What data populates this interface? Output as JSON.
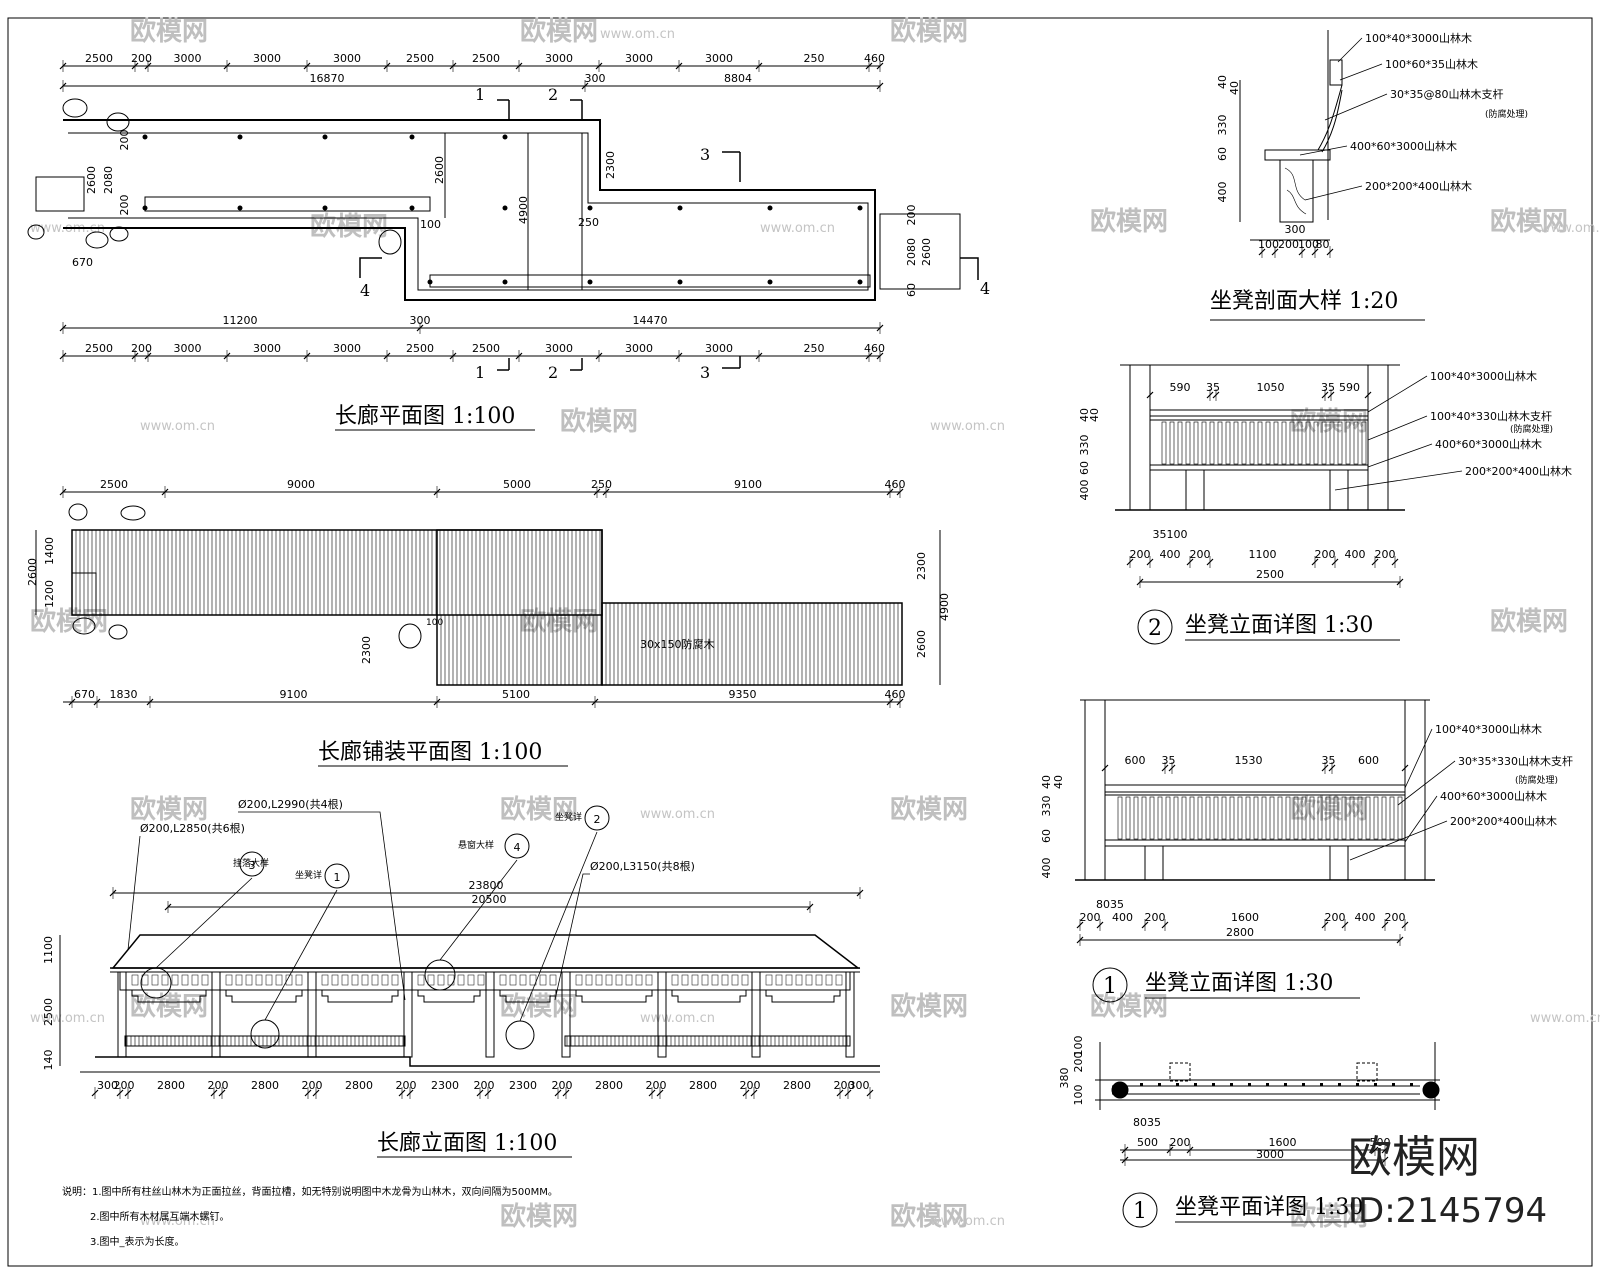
{
  "plan": {
    "title": "长廊平面图 1:100",
    "top_dims": [
      "2500",
      "200",
      "3000",
      "3000",
      "3000",
      "2500",
      "2500",
      "3000",
      "3000",
      "3000",
      "250",
      "460"
    ],
    "total_top_left": "16870",
    "mid_300": "300",
    "total_top_right": "8804",
    "bottom_dims": [
      "2500",
      "200",
      "3000",
      "3000",
      "3000",
      "2500",
      "2500",
      "3000",
      "3000",
      "3000",
      "250",
      "460"
    ],
    "total_bottom_left": "11200",
    "bottom_300": "300",
    "total_bottom_right": "14470",
    "left_dims": [
      "2600",
      "2080",
      "200",
      "200"
    ],
    "left_670": "670",
    "inner_2600": "2600",
    "inner_4900": "4900",
    "inner_2300": "2300",
    "inner_250": "250",
    "inner_100": "100",
    "right_dims": [
      "2600",
      "2080",
      "200",
      "60"
    ],
    "sections": [
      "1",
      "2",
      "3",
      "4"
    ]
  },
  "paving": {
    "title": "长廊铺装平面图 1:100",
    "top_dims": [
      "2500",
      "9000",
      "5000",
      "250",
      "9100",
      "460"
    ],
    "left_dims": [
      "2600",
      "1400",
      "1200"
    ],
    "bottom_dims": [
      "670",
      "1830",
      "9100",
      "5100",
      "9350",
      "460"
    ],
    "right_dims": [
      "2300",
      "4900",
      "2600"
    ],
    "inner_2300": "2300",
    "inner_100": "100",
    "material": "30x150防腐木"
  },
  "elevation": {
    "title": "长廊立面图 1:100",
    "callouts": [
      "Ø200,L2990(共4根)",
      "Ø200,L2850(共6根)",
      "Ø200,L3150(共8根)"
    ],
    "tags": [
      "挂落大样",
      "坐凳详",
      "悬窗大样",
      "坐凳详"
    ],
    "tag_nums": [
      "3",
      "1",
      "4",
      "2"
    ],
    "total_23800": "23800",
    "total_20500": "20500",
    "left_dims": [
      "1100",
      "2500",
      "140"
    ],
    "bottom_dims": [
      "300",
      "200",
      "2800",
      "200",
      "2800",
      "200",
      "2800",
      "200",
      "2300",
      "200",
      "2300",
      "200",
      "2800",
      "200",
      "2800",
      "200",
      "2800",
      "200",
      "300"
    ]
  },
  "notes": [
    "说明：1.图中所有柱丝山林木为正面拉丝，背面拉槽，如无特别说明图中木龙骨为山林木，双向间隔为500MM。",
    "2.图中所有木材属互端木螺钉。",
    "3.图中_表示为长度。"
  ],
  "section_detail": {
    "title": "坐凳剖面大样 1:20",
    "labels": [
      "100*40*3000山林木",
      "100*60*35山林木",
      "30*35@80山林木支杆",
      "(防腐处理)",
      "400*60*3000山林木",
      "200*200*400山林木"
    ],
    "left_dims": [
      "40",
      "40",
      "330",
      "60",
      "400"
    ],
    "bottom_dims": [
      "300",
      "100",
      "200",
      "100",
      "80"
    ]
  },
  "elev2": {
    "num": "2",
    "title": "坐凳立面详图 1:30",
    "top_dims": [
      "590",
      "35",
      "1050",
      "35",
      "590"
    ],
    "labels": [
      "100*40*3000山林木",
      "100*40*330山林木支杆",
      "(防腐处理)",
      "400*60*3000山林木",
      "200*200*400山林木"
    ],
    "left_dims": [
      "40",
      "40",
      "330",
      "60",
      "400"
    ],
    "bottom_small": "35100",
    "bottom_dims": [
      "200",
      "400",
      "200",
      "1100",
      "200",
      "400",
      "200"
    ],
    "total": "2500"
  },
  "elev1": {
    "num": "1",
    "title": "坐凳立面详图 1:30",
    "top_dims": [
      "600",
      "35",
      "1530",
      "35",
      "600"
    ],
    "labels": [
      "100*40*3000山林木",
      "30*35*330山林木支杆",
      "(防腐处理)",
      "400*60*3000山林木",
      "200*200*400山林木"
    ],
    "left_dims": [
      "60",
      "330",
      "40",
      "40",
      "400"
    ],
    "bottom_small": "8035",
    "bottom_dims": [
      "200",
      "400",
      "200",
      "1600",
      "200",
      "400",
      "200"
    ],
    "total": "2800"
  },
  "plan1": {
    "num": "1",
    "title": "坐凳平面详图 1:30",
    "left_dims": [
      "100",
      "200",
      "380",
      "100"
    ],
    "bottom_small": "8035",
    "bottom_dims": [
      "500",
      "200",
      "1600",
      "500"
    ],
    "total": "3000"
  },
  "watermark": {
    "text": "欧模网",
    "url": "www.om.cn",
    "brand": "欧模网",
    "id": "ID:2145794"
  }
}
